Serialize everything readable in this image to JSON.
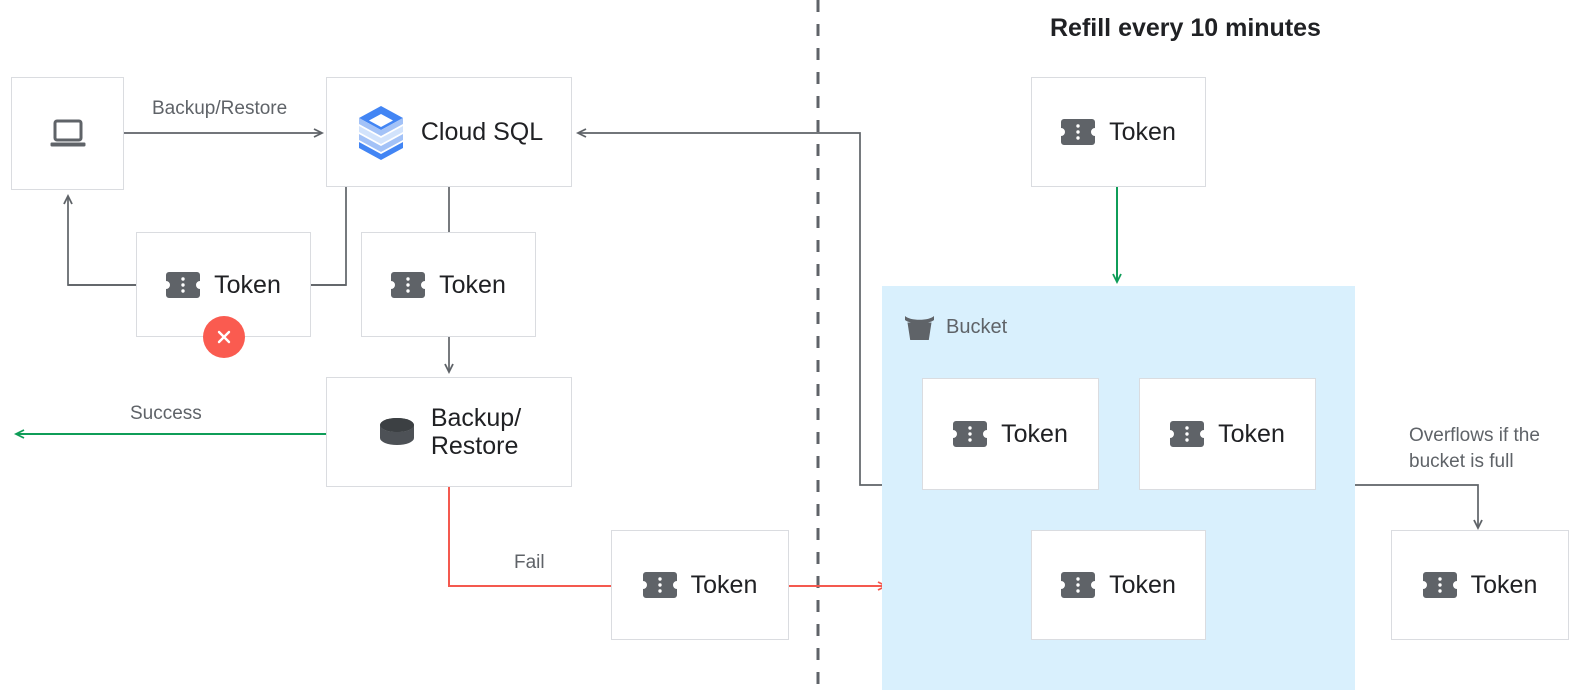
{
  "colors": {
    "box_border": "#dadce0",
    "text_primary": "#202124",
    "text_secondary": "#5f6368",
    "edge_gray": "#5f6368",
    "edge_green": "#0f9d58",
    "edge_red": "#f4594f",
    "fail_badge": "#fa5b50",
    "bucket_bg": "#d9f0fd",
    "cloudsql_blue_dark": "#4285f4",
    "cloudsql_blue_mid": "#a3c2f7",
    "cloudsql_blue_light": "#d2e3fc",
    "icon_gray": "#5f6368"
  },
  "title": "Refill every 10 minutes",
  "nodes": {
    "client": {
      "label": "",
      "icon": "laptop-icon"
    },
    "cloud_sql": {
      "label": "Cloud SQL",
      "icon": "cloud-sql-icon"
    },
    "token_rejected": {
      "label": "Token",
      "icon": "token-icon"
    },
    "token_consumed": {
      "label": "Token",
      "icon": "token-icon"
    },
    "backup_restore": {
      "label": "Backup/\nRestore",
      "icon": "database-icon"
    },
    "token_fail": {
      "label": "Token",
      "icon": "token-icon"
    },
    "token_refill": {
      "label": "Token",
      "icon": "token-icon"
    },
    "token_bucket_1": {
      "label": "Token",
      "icon": "token-icon"
    },
    "token_bucket_2": {
      "label": "Token",
      "icon": "token-icon"
    },
    "token_bucket_3": {
      "label": "Token",
      "icon": "token-icon"
    },
    "token_overflow": {
      "label": "Token",
      "icon": "token-icon"
    }
  },
  "bucket": {
    "label": "Bucket",
    "icon": "bucket-icon"
  },
  "edge_labels": {
    "backup_restore": "Backup/Restore",
    "success": "Success",
    "fail": "Fail",
    "overflow_line1": "Overflows if the",
    "overflow_line2": "bucket is full"
  }
}
